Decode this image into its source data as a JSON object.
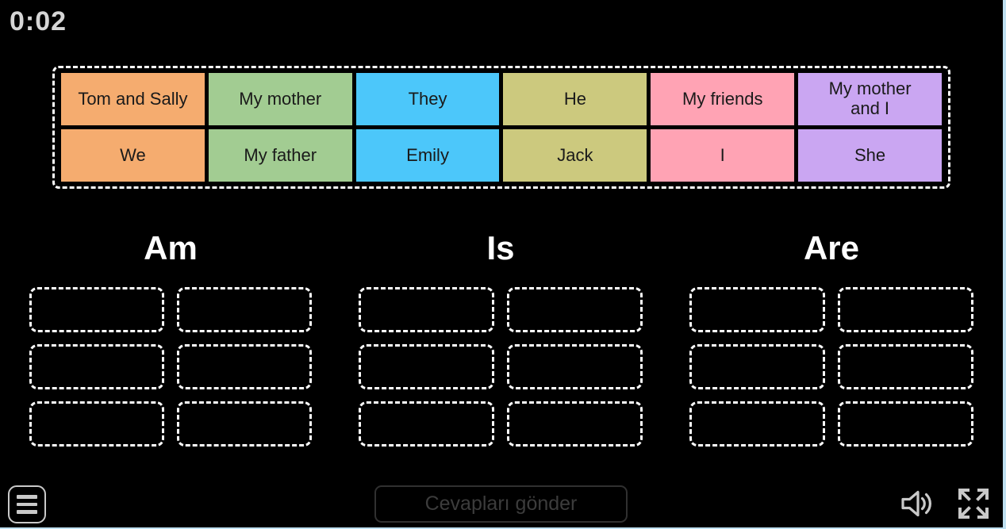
{
  "timer": {
    "value": "0:02"
  },
  "word_bank": {
    "tiles": [
      {
        "label": "Tom and Sally",
        "color": "#F5AC6F"
      },
      {
        "label": "My mother",
        "color": "#A2CC92"
      },
      {
        "label": "They",
        "color": "#4CC7FA"
      },
      {
        "label": "He",
        "color": "#CCC97E"
      },
      {
        "label": "My friends",
        "color": "#FFA3B4"
      },
      {
        "label": "My mother and I",
        "color": "#CAA6F2"
      },
      {
        "label": "We",
        "color": "#F5AC6F"
      },
      {
        "label": "My father",
        "color": "#A2CC92"
      },
      {
        "label": "Emily",
        "color": "#4CC7FA"
      },
      {
        "label": "Jack",
        "color": "#CCC97E"
      },
      {
        "label": "I",
        "color": "#FFA3B4"
      },
      {
        "label": "She",
        "color": "#CAA6F2"
      }
    ]
  },
  "categories": [
    {
      "label": "Am"
    },
    {
      "label": "Is"
    },
    {
      "label": "Are"
    }
  ],
  "footer": {
    "submit_label": "Cevapları gönder"
  },
  "icons": {
    "menu": "hamburger-menu-icon",
    "sound": "speaker-icon",
    "fullscreen": "fullscreen-expand-icon"
  },
  "colors": {
    "background": "#000000",
    "timer_text": "#D6D6D6",
    "header_text": "#FFFFFF",
    "tile_text": "#1A1A1A",
    "dashed_border": "#FFFFFF",
    "disabled_button_text": "#3C3C3C",
    "icon_gray": "#C9C9C9",
    "edge_strip": "#BFE0F1"
  }
}
